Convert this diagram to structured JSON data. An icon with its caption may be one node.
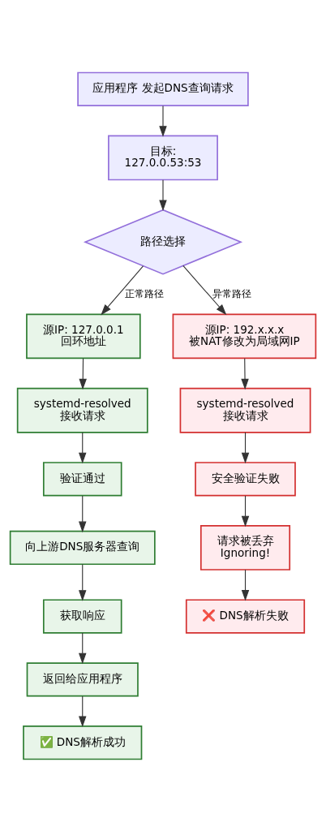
{
  "diagram": {
    "nodes": [
      {
        "text": [
          "应用程序 发起DNS查询请求"
        ]
      },
      {
        "text": [
          "目标: 127.0.0.53:53"
        ]
      },
      {
        "text": [
          "路径选择"
        ]
      },
      {
        "text": [
          "源IP: 127.0.0.1 回环地址"
        ]
      },
      {
        "text": [
          "systemd-resolved 接收请求"
        ]
      },
      {
        "text": [
          "验证通过"
        ]
      },
      {
        "text": [
          "向上游DNS服务器查询"
        ]
      },
      {
        "text": [
          "获取响应"
        ]
      },
      {
        "text": [
          "返回给应用程序"
        ]
      },
      {
        "text": [
          "✅ DNS解析成功"
        ]
      },
      {
        "text": [
          "源IP: 192.x.x.x 被NAT修改为局域网IP"
        ]
      },
      {
        "text": [
          "systemd-resolved 接收请求"
        ]
      },
      {
        "text": [
          "安全验证失败"
        ]
      },
      {
        "text": [
          "请求被丢弃 Ignoring!"
        ]
      },
      {
        "text": [
          "❌ DNS解析失败"
        ]
      }
    ],
    "edges": [
      {
        "from": 0,
        "to": 1,
        "arrow": "to"
      },
      {
        "from": 1,
        "to": 2,
        "arrow": "to"
      },
      {
        "from": 2,
        "to": 3,
        "arrow": "to",
        "label": "正常路径"
      },
      {
        "from": 2,
        "to": 10,
        "arrow": "to",
        "label": "异常路径"
      },
      {
        "from": 3,
        "to": 4,
        "arrow": "to"
      },
      {
        "from": 4,
        "to": 5,
        "arrow": "to"
      },
      {
        "from": 5,
        "to": 6,
        "arrow": "to"
      },
      {
        "from": 6,
        "to": 7,
        "arrow": "to"
      },
      {
        "from": 7,
        "to": 8,
        "arrow": "to"
      },
      {
        "from": 8,
        "to": 9,
        "arrow": "to"
      },
      {
        "from": 10,
        "to": 11,
        "arrow": "to"
      },
      {
        "from": 11,
        "to": 12,
        "arrow": "to"
      },
      {
        "from": 12,
        "to": 13,
        "arrow": "to"
      },
      {
        "from": 13,
        "to": 14,
        "arrow": "to"
      }
    ]
  }
}
